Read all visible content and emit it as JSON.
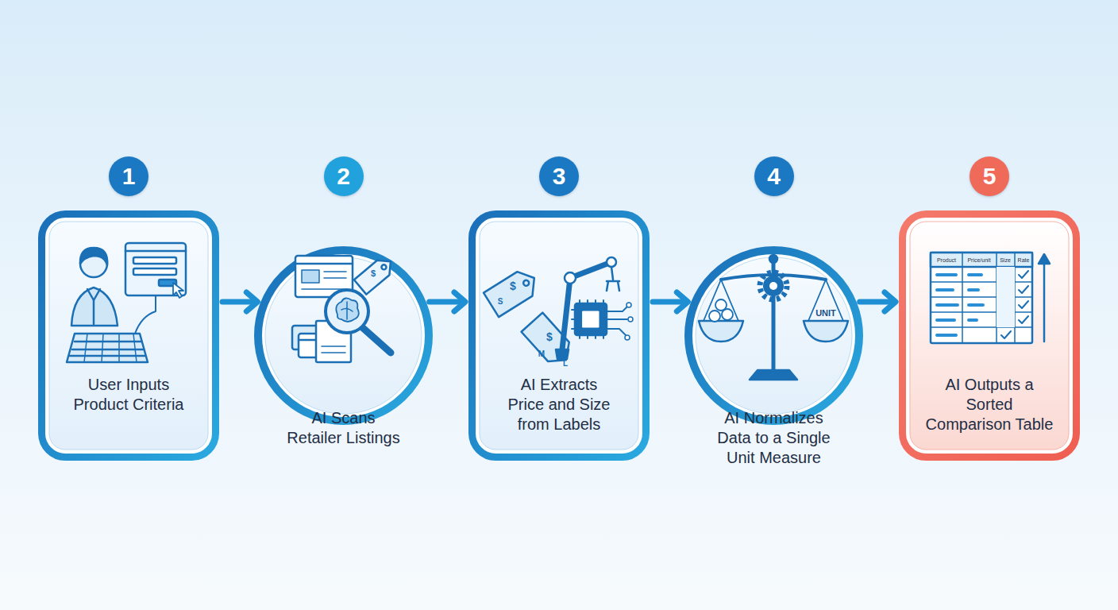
{
  "diagram": {
    "nodes": [
      {
        "text": [
          "1",
          "User Inputs Product Criteria"
        ]
      },
      {
        "text": [
          "2",
          "AI Scans Retailer Listings"
        ]
      },
      {
        "text": [
          "3",
          "AI Extracts Price and Size from Labels"
        ]
      },
      {
        "text": [
          "4",
          "AI Normalizes Data to a Single Unit Measure"
        ]
      },
      {
        "text": [
          "5",
          "AI Outputs a Sorted Comparison Table"
        ]
      }
    ],
    "edges": [
      {
        "from": 0,
        "to": 1,
        "arrow": "to"
      },
      {
        "from": 1,
        "to": 2,
        "arrow": "to"
      },
      {
        "from": 2,
        "to": 3,
        "arrow": "to"
      },
      {
        "from": 3,
        "to": 4,
        "arrow": "to"
      }
    ],
    "labels": [
      "$",
      "$",
      "S",
      "$",
      "M",
      "L",
      "UNIT",
      "Product",
      "Price/unit",
      "Size",
      "Rate"
    ]
  }
}
